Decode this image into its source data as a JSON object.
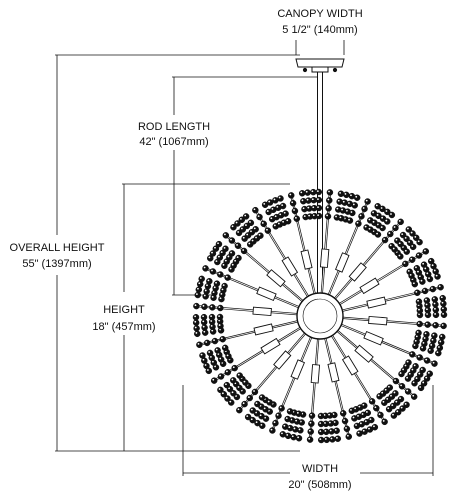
{
  "dimensions": {
    "canopy_width": {
      "label": "CANOPY WIDTH",
      "value": "5 1/2\" (140mm)"
    },
    "rod_length": {
      "label": "ROD LENGTH",
      "value": "42\" (1067mm)"
    },
    "overall_height": {
      "label": "OVERALL HEIGHT",
      "value": "55\" (1397mm)"
    },
    "height": {
      "label": "HEIGHT",
      "value": "18\" (457mm)"
    },
    "width": {
      "label": "WIDTH",
      "value": "20\" (508mm)"
    }
  },
  "colors": {
    "line": "#111111",
    "background": "#ffffff"
  }
}
